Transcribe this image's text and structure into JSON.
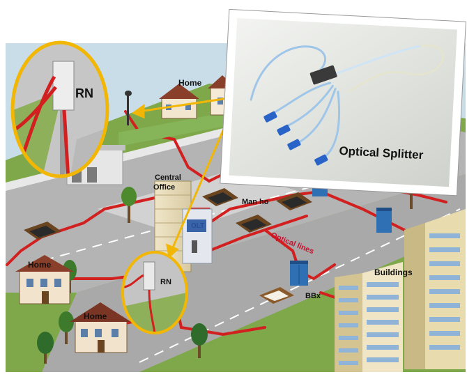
{
  "labels": {
    "rn_zoom": "RN",
    "home_top": "Home",
    "central_office": "Central",
    "central_office_2": "Office",
    "olt": "OLT",
    "manhole": "Man ho",
    "optical_lines": "Optical lines",
    "home_left": "Home",
    "rn_small": "RN",
    "home_bottom": "Home",
    "bbx": "BBx",
    "buildings": "Buildings",
    "optical_splitter": "Optical Splitter"
  },
  "colors": {
    "fiber": "#d21f1f",
    "callout": "#f2b705",
    "road": "#a9a9a9",
    "grass": "#6e9e3c",
    "sky": "#c9dde8",
    "box_blue": "#2f6fb3"
  },
  "icons": [
    "rn-tower",
    "house",
    "central-office-building",
    "manhole",
    "bbx-cabinet",
    "apartment-buildings",
    "tree",
    "optical-splitter-photo"
  ]
}
